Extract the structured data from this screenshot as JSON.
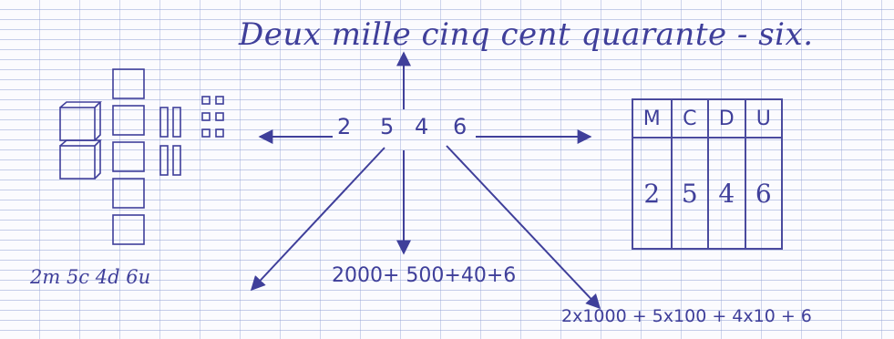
{
  "title": "Deux mille cinq cent quarante - six.",
  "number_digits": [
    "2",
    "5",
    "4",
    "6"
  ],
  "decomposition": "2m 5c 4d 6u",
  "additive": "2000+ 500+40+6",
  "multiplicative": "2x1000 + 5x100 + 4x10 + 6",
  "place_value_table": {
    "headers": [
      "M",
      "C",
      "D",
      "U"
    ],
    "values": [
      "2",
      "5",
      "4",
      "6"
    ]
  },
  "blocks": {
    "thousands": 2,
    "hundreds": 5,
    "tens": 4,
    "units": 6
  },
  "ink_color": "#3f3f9a",
  "line_color": "#96a5d7"
}
